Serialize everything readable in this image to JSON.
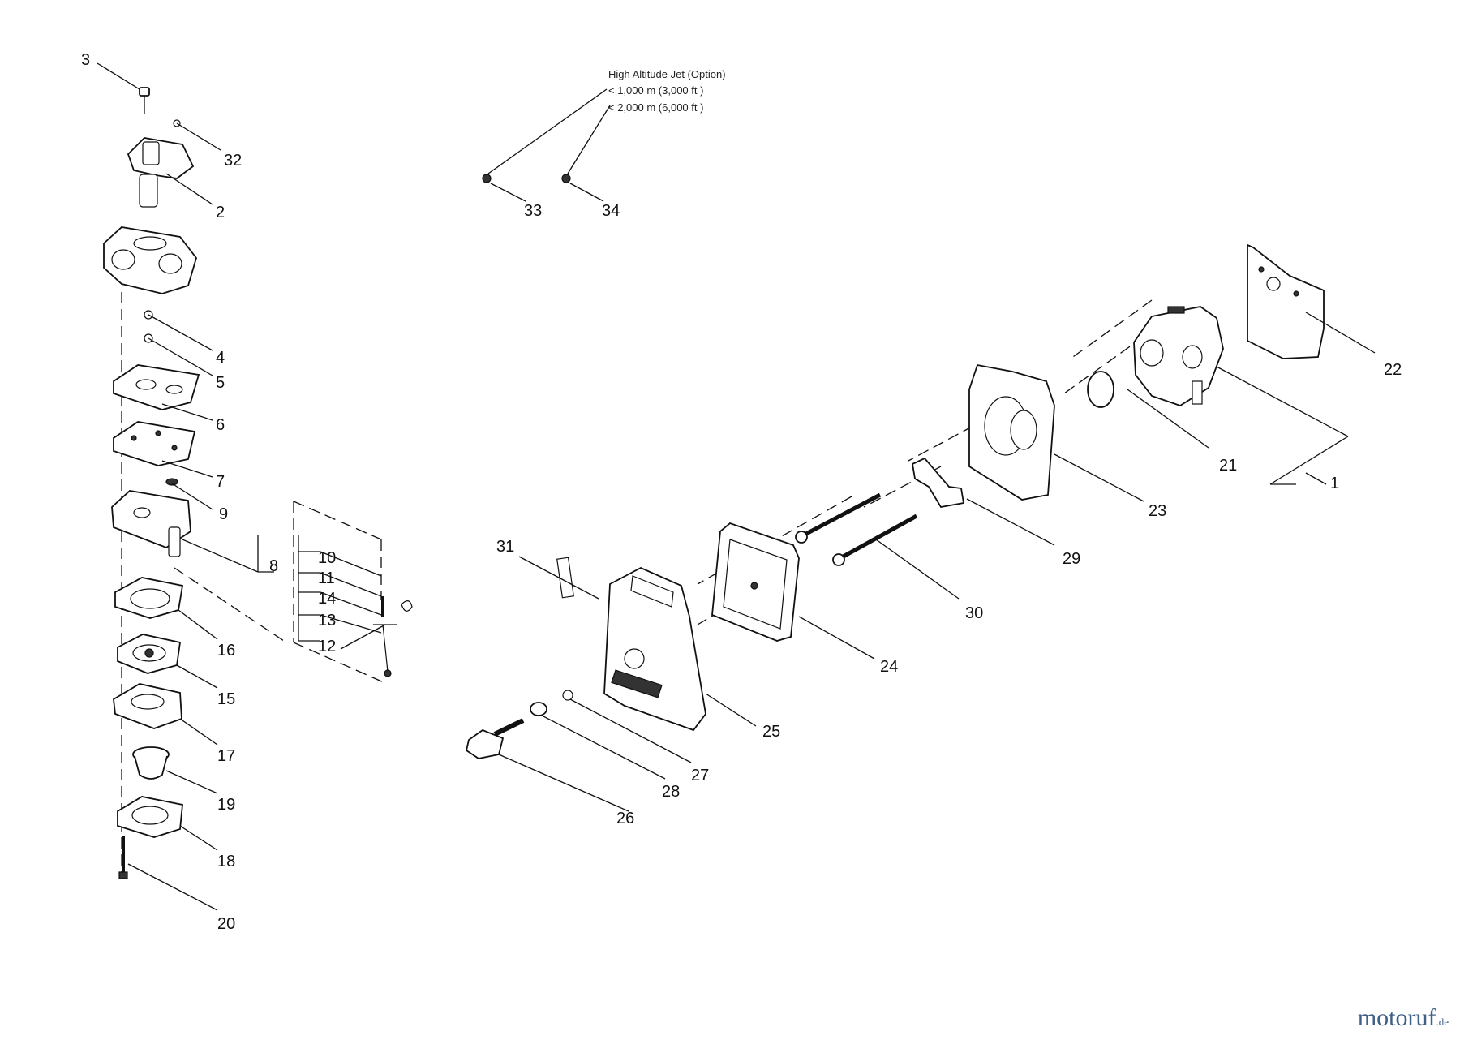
{
  "note": {
    "title": "High Altitude Jet (Option)",
    "line1": "< 1,000 m (3,000 ft )",
    "line2": "< 2,000 m (6,000 ft )"
  },
  "parts": {
    "p1": "1",
    "p2": "2",
    "p3": "3",
    "p4": "4",
    "p5": "5",
    "p6": "6",
    "p7": "7",
    "p8": "8",
    "p9": "9",
    "p10": "10",
    "p11": "11",
    "p12": "12",
    "p13": "13",
    "p14": "14",
    "p15": "15",
    "p16": "16",
    "p17": "17",
    "p18": "18",
    "p19": "19",
    "p20": "20",
    "p21": "21",
    "p22": "22",
    "p23": "23",
    "p24": "24",
    "p25": "25",
    "p26": "26",
    "p27": "27",
    "p28": "28",
    "p29": "29",
    "p30": "30",
    "p31": "31",
    "p32": "32",
    "p33": "33",
    "p34": "34"
  },
  "watermark": {
    "name": "motoruf",
    "tld": ".de"
  }
}
